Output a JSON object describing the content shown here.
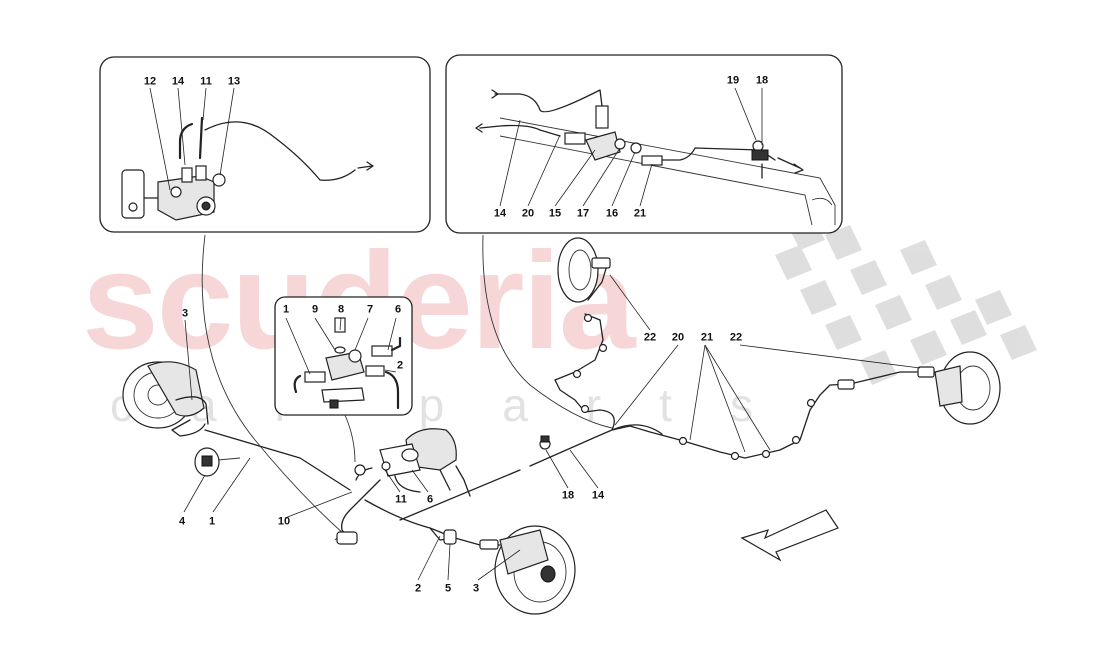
{
  "watermark": {
    "brand": "scuderia",
    "sub": "car parts"
  },
  "callouts": {
    "box_left": [
      "12",
      "14",
      "11",
      "13"
    ],
    "box_right_top": [
      "19",
      "18"
    ],
    "box_right_bottom": [
      "14",
      "20",
      "15",
      "17",
      "16",
      "21"
    ],
    "box_center": [
      "1",
      "9",
      "8",
      "7",
      "6",
      "2"
    ],
    "main": [
      "3",
      "22",
      "20",
      "21",
      "22",
      "4",
      "1",
      "10",
      "11",
      "6",
      "18",
      "14",
      "2",
      "5",
      "3"
    ]
  },
  "colors": {
    "line": "#222222",
    "watermark_red": "#e6787d",
    "checker": "#d9d9d9"
  },
  "icons": [
    "direction-arrow-icon",
    "checkered-flag-icon"
  ]
}
